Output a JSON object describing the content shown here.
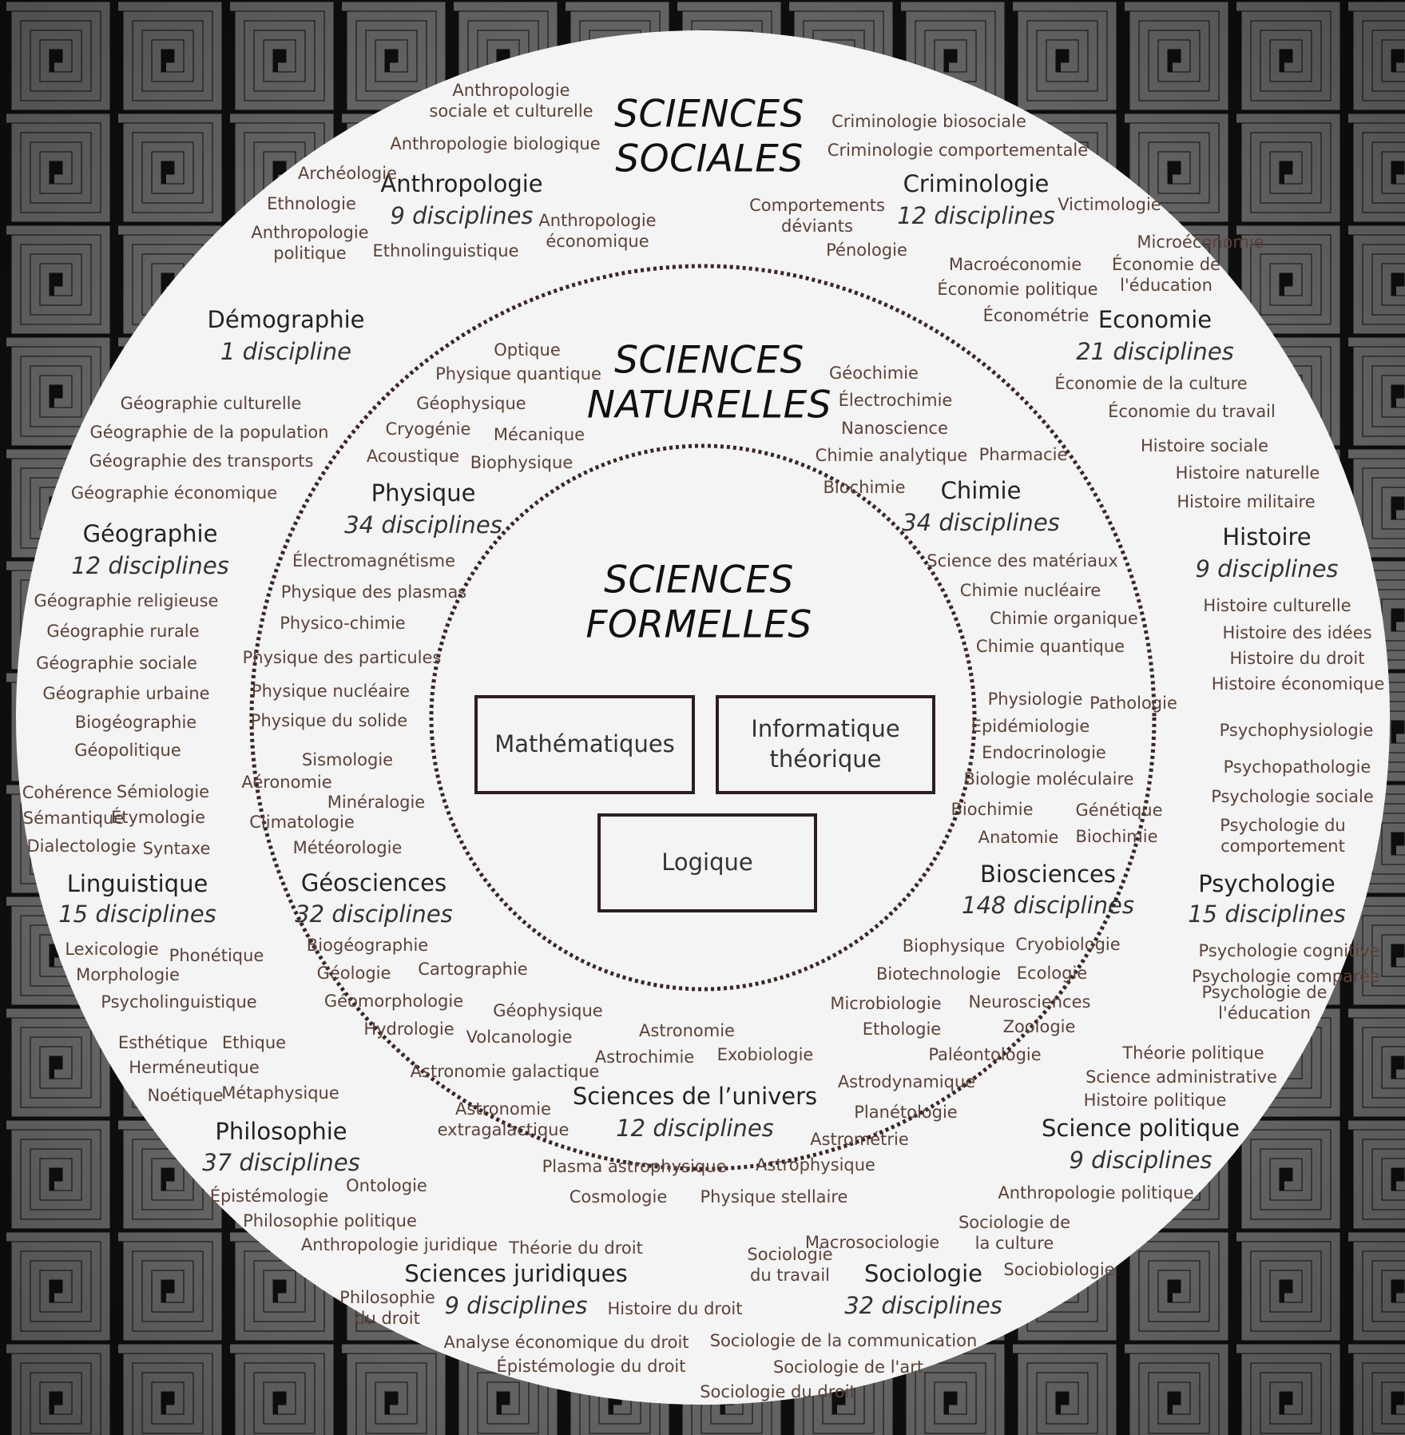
{
  "colors": {
    "background": "#1a1a1a",
    "maze_light": "#9a9a9a",
    "disc": "#f4f4f4",
    "dotted_ring": "#3a2525",
    "discipline_text": "#5a4238",
    "title_text": "#111111"
  },
  "sections": {
    "sociales": "SCIENCES\nSOCIALES",
    "naturelles": "SCIENCES\nNATURELLES",
    "formelles": "SCIENCES\nFORMELLES"
  },
  "formal_boxes": {
    "math": "Mathématiques",
    "info": "Informatique\nthéorique",
    "logic": "Logique"
  },
  "families": {
    "anthropologie": {
      "name": "Anthropologie",
      "count": "9 disciplines"
    },
    "criminologie": {
      "name": "Criminologie",
      "count": "12 disciplines"
    },
    "demographie": {
      "name": "Démographie",
      "count": "1 discipline"
    },
    "economie": {
      "name": "Economie",
      "count": "21 disciplines"
    },
    "physique": {
      "name": "Physique",
      "count": "34 disciplines"
    },
    "chimie": {
      "name": "Chimie",
      "count": "34 disciplines"
    },
    "geographie": {
      "name": "Géographie",
      "count": "12 disciplines"
    },
    "histoire": {
      "name": "Histoire",
      "count": "9 disciplines"
    },
    "linguistique": {
      "name": "Linguistique",
      "count": "15 disciplines"
    },
    "geosciences": {
      "name": "Géosciences",
      "count": "32 disciplines"
    },
    "biosciences": {
      "name": "Biosciences",
      "count": "148 disciplines"
    },
    "psychologie": {
      "name": "Psychologie",
      "count": "15 disciplines"
    },
    "philosophie": {
      "name": "Philosophie",
      "count": "37 disciplines"
    },
    "univers": {
      "name": "Sciences de l’univers",
      "count": "12 disciplines"
    },
    "politique": {
      "name": "Science politique",
      "count": "9 disciplines"
    },
    "juridiques": {
      "name": "Sciences juridiques",
      "count": "9 disciplines"
    },
    "sociologie": {
      "name": "Sociologie",
      "count": "32 disciplines"
    }
  },
  "disciplines": [
    "Anthropologie\nsociale et culturelle",
    "Anthropologie biologique",
    "Archéologie",
    "Ethnologie",
    "Anthropologie\npolitique",
    "Ethnolinguistique",
    "Anthropologie\néconomique",
    "Criminologie biosociale",
    "Criminologie comportementale",
    "Comportements\ndéviants",
    "Pénologie",
    "Victimologie",
    "Microéconomie",
    "Macroéconomie",
    "Économie de\nl'éducation",
    "Économie politique",
    "Économétrie",
    "Économie de la culture",
    "Économie du travail",
    "Histoire sociale",
    "Histoire naturelle",
    "Histoire militaire",
    "Histoire culturelle",
    "Histoire des idées",
    "Histoire du droit",
    "Histoire économique",
    "Psychophysiologie",
    "Psychopathologie",
    "Psychologie sociale",
    "Psychologie du\ncomportement",
    "Psychologie cognitive",
    "Psychologie comparée",
    "Psychologie de\nl'éducation",
    "Théorie politique",
    "Science administrative",
    "Histoire politique",
    "Anthropologie politique",
    "Sociologie de\nla culture",
    "Macrosociologie",
    "Sociobiologie",
    "Sociologie\ndu travail",
    "Sociologie de la communication",
    "Sociologie de l'art",
    "Sociologie du droit",
    "Théorie du droit",
    "Anthropologie juridique",
    "Philosophie\ndu droit",
    "Histoire du droit",
    "Analyse économique du droit",
    "Épistémologie du droit",
    "Épistémologie",
    "Ontologie",
    "Philosophie politique",
    "Esthétique",
    "Ethique",
    "Herméneutique",
    "Noétique",
    "Métaphysique",
    "Lexicologie",
    "Phonétique",
    "Morphologie",
    "Psycholinguistique",
    "Cohérence",
    "Sémiologie",
    "Sémantique",
    "Étymologie",
    "Dialectologie",
    "Syntaxe",
    "Géographie culturelle",
    "Géographie de la population",
    "Géographie des transports",
    "Géographie économique",
    "Géographie religieuse",
    "Géographie rurale",
    "Géographie sociale",
    "Géographie urbaine",
    "Biogéographie",
    "Géopolitique",
    "Optique",
    "Physique quantique",
    "Géophysique",
    "Cryogénie",
    "Mécanique",
    "Acoustique",
    "Biophysique",
    "Électromagnétisme",
    "Physique des plasmas",
    "Physico-chimie",
    "Physique des particules",
    "Physique nucléaire",
    "Physique du solide",
    "Géochimie",
    "Électrochimie",
    "Nanoscience",
    "Chimie analytique",
    "Pharmacie",
    "Biochimie",
    "Science des matériaux",
    "Chimie nucléaire",
    "Chimie organique",
    "Chimie quantique",
    "Physiologie",
    "Pathologie",
    "Epidémiologie",
    "Endocrinologie",
    "Biologie moléculaire",
    "Biochimie",
    "Génétique",
    "Anatomie",
    "Biochimie",
    "Biophysique",
    "Cryobiologie",
    "Biotechnologie",
    "Ecologie",
    "Microbiologie",
    "Neurosciences",
    "Ethologie",
    "Zoologie",
    "Paléontologie",
    "Sismologie",
    "Aéronomie",
    "Minéralogie",
    "Climatologie",
    "Météorologie",
    "Biogéographie",
    "Géologie",
    "Cartographie",
    "Géomorphologie",
    "Géophysique",
    "Hydrologie",
    "Volcanologie",
    "Astronomie",
    "Astrochimie",
    "Exobiologie",
    "Astronomie galactique",
    "Astronomie\nextragalactique",
    "Astrodynamique",
    "Planétologie",
    "Astrométrie",
    "Plasma astrophysique",
    "Astrophysique",
    "Cosmologie",
    "Physique stellaire"
  ]
}
